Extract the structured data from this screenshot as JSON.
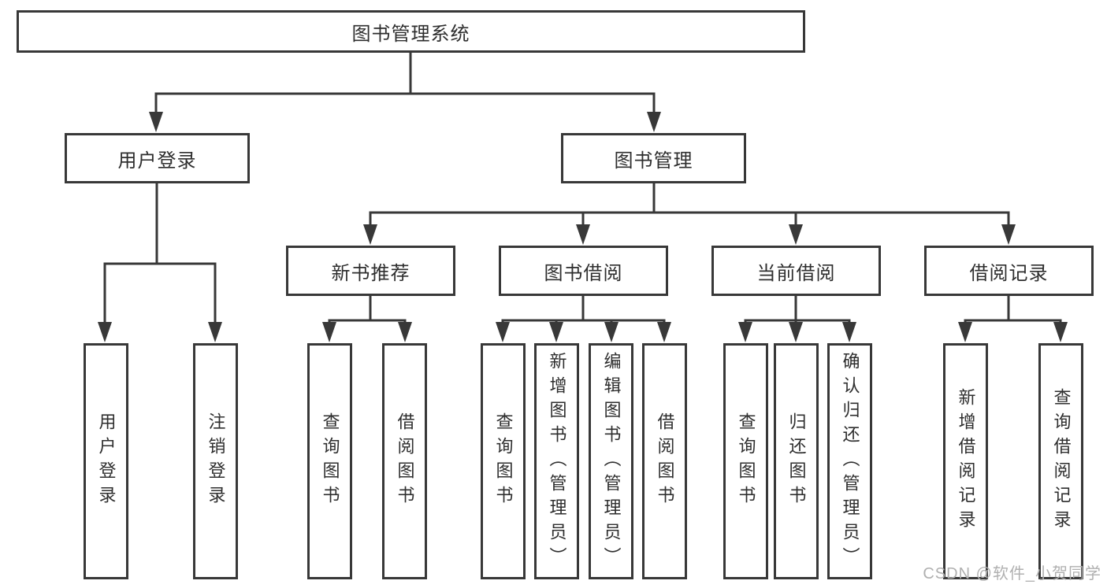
{
  "tree": {
    "root": {
      "label": "图书管理系统",
      "children": [
        {
          "label": "用户登录",
          "children": [
            {
              "label": "用户登录"
            },
            {
              "label": "注销登录"
            }
          ]
        },
        {
          "label": "图书管理",
          "children": [
            {
              "label": "新书推荐",
              "children": [
                {
                  "label": "查询图书"
                },
                {
                  "label": "借阅图书"
                }
              ]
            },
            {
              "label": "图书借阅",
              "children": [
                {
                  "label": "查询图书"
                },
                {
                  "label": "新增图书（管理员）"
                },
                {
                  "label": "编辑图书（管理员）"
                },
                {
                  "label": "借阅图书"
                }
              ]
            },
            {
              "label": "当前借阅",
              "children": [
                {
                  "label": "查询图书"
                },
                {
                  "label": "归还图书"
                },
                {
                  "label": "确认归还（管理员）"
                }
              ]
            },
            {
              "label": "借阅记录",
              "children": [
                {
                  "label": "新增借阅记录"
                },
                {
                  "label": "查询借阅记录"
                }
              ]
            }
          ]
        }
      ]
    }
  },
  "watermark": "CSDN @软件_小贺同学",
  "colors": {
    "line": "#383838",
    "text": "#2e2e2e",
    "background": "#ffffff",
    "watermark": "#b0b0b0"
  }
}
